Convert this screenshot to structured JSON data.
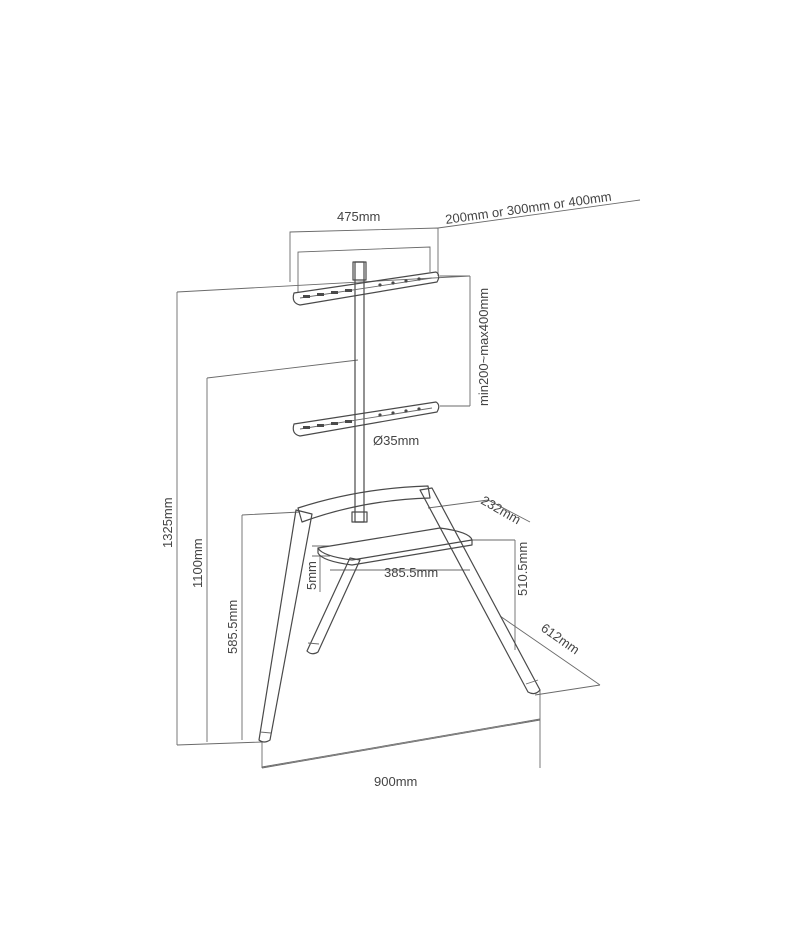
{
  "dimensions": {
    "plate_width": "475mm",
    "vesa_width": "200mm or 300mm or 400mm",
    "vesa_height": "min200~max400mm",
    "pole_diameter": "Ø35mm",
    "total_height": "1325mm",
    "max_height": "1100mm",
    "shelf_height": "585.5mm",
    "depth_top": "232mm",
    "shelf_thickness": "5mm",
    "shelf_width": "385.5mm",
    "shelf_to_floor": "510.5mm",
    "base_depth": "612mm",
    "base_width": "900mm"
  },
  "colors": {
    "line": "#4a4a4a",
    "wood": "#f6f6f6",
    "background": "#ffffff"
  }
}
